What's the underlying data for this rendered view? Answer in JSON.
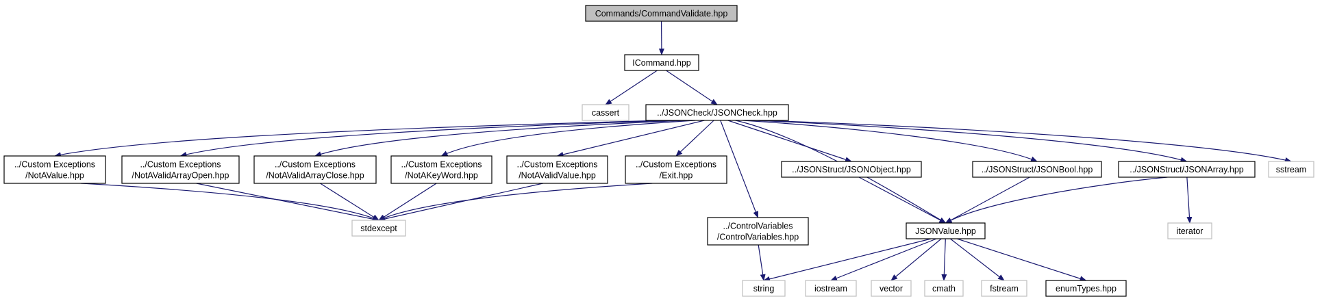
{
  "colors": {
    "edge": "#191970",
    "root_fill": "#bfbfbf",
    "border_documented": "#000000",
    "border_external": "#bfbfbf",
    "background": "#ffffff"
  },
  "nodes": [
    {
      "id": "root",
      "lines": [
        "Commands/CommandValidate.hpp"
      ],
      "style": "root"
    },
    {
      "id": "icommand",
      "lines": [
        "ICommand.hpp"
      ],
      "style": "documented"
    },
    {
      "id": "cassert",
      "lines": [
        "cassert"
      ],
      "style": "external"
    },
    {
      "id": "jsoncheck",
      "lines": [
        "../JSONCheck/JSONCheck.hpp"
      ],
      "style": "documented"
    },
    {
      "id": "notavalue",
      "lines": [
        "../Custom Exceptions",
        "/NotAValue.hpp"
      ],
      "style": "documented"
    },
    {
      "id": "notavalidarrayopen",
      "lines": [
        "../Custom Exceptions",
        "/NotAValidArrayOpen.hpp"
      ],
      "style": "documented"
    },
    {
      "id": "notavalidarrayclose",
      "lines": [
        "../Custom Exceptions",
        "/NotAValidArrayClose.hpp"
      ],
      "style": "documented"
    },
    {
      "id": "notakeyword",
      "lines": [
        "../Custom Exceptions",
        "/NotAKeyWord.hpp"
      ],
      "style": "documented"
    },
    {
      "id": "notavalidvalue",
      "lines": [
        "../Custom Exceptions",
        "/NotAValidValue.hpp"
      ],
      "style": "documented"
    },
    {
      "id": "exit",
      "lines": [
        "../Custom Exceptions",
        "/Exit.hpp"
      ],
      "style": "documented"
    },
    {
      "id": "jsonobject",
      "lines": [
        "../JSONStruct/JSONObject.hpp"
      ],
      "style": "documented"
    },
    {
      "id": "jsonbool",
      "lines": [
        "../JSONStruct/JSONBool.hpp"
      ],
      "style": "documented"
    },
    {
      "id": "jsonarray",
      "lines": [
        "../JSONStruct/JSONArray.hpp"
      ],
      "style": "documented"
    },
    {
      "id": "sstream",
      "lines": [
        "sstream"
      ],
      "style": "external"
    },
    {
      "id": "stdexcept",
      "lines": [
        "stdexcept"
      ],
      "style": "external"
    },
    {
      "id": "controlvariables",
      "lines": [
        "../ControlVariables",
        "/ControlVariables.hpp"
      ],
      "style": "documented"
    },
    {
      "id": "jsonvalue",
      "lines": [
        "JSONValue.hpp"
      ],
      "style": "documented"
    },
    {
      "id": "iterator",
      "lines": [
        "iterator"
      ],
      "style": "external"
    },
    {
      "id": "string",
      "lines": [
        "string"
      ],
      "style": "external"
    },
    {
      "id": "iostream",
      "lines": [
        "iostream"
      ],
      "style": "external"
    },
    {
      "id": "vector",
      "lines": [
        "vector"
      ],
      "style": "external"
    },
    {
      "id": "cmath",
      "lines": [
        "cmath"
      ],
      "style": "external"
    },
    {
      "id": "fstream",
      "lines": [
        "fstream"
      ],
      "style": "external"
    },
    {
      "id": "enumtypes",
      "lines": [
        "enumTypes.hpp"
      ],
      "style": "documented"
    }
  ],
  "edges": [
    [
      "root",
      "icommand"
    ],
    [
      "icommand",
      "cassert"
    ],
    [
      "icommand",
      "jsoncheck"
    ],
    [
      "jsoncheck",
      "notavalue"
    ],
    [
      "jsoncheck",
      "notavalidarrayopen"
    ],
    [
      "jsoncheck",
      "notavalidarrayclose"
    ],
    [
      "jsoncheck",
      "notakeyword"
    ],
    [
      "jsoncheck",
      "notavalidvalue"
    ],
    [
      "jsoncheck",
      "exit"
    ],
    [
      "jsoncheck",
      "controlvariables"
    ],
    [
      "jsoncheck",
      "jsonobject"
    ],
    [
      "jsoncheck",
      "jsonbool"
    ],
    [
      "jsoncheck",
      "jsonarray"
    ],
    [
      "jsoncheck",
      "jsonvalue"
    ],
    [
      "jsoncheck",
      "sstream"
    ],
    [
      "notavalue",
      "stdexcept"
    ],
    [
      "notavalidarrayopen",
      "stdexcept"
    ],
    [
      "notavalidarrayclose",
      "stdexcept"
    ],
    [
      "notakeyword",
      "stdexcept"
    ],
    [
      "notavalidvalue",
      "stdexcept"
    ],
    [
      "exit",
      "stdexcept"
    ],
    [
      "controlvariables",
      "string"
    ],
    [
      "jsonobject",
      "jsonvalue"
    ],
    [
      "jsonbool",
      "jsonvalue"
    ],
    [
      "jsonarray",
      "jsonvalue"
    ],
    [
      "jsonarray",
      "iterator"
    ],
    [
      "jsonvalue",
      "string"
    ],
    [
      "jsonvalue",
      "iostream"
    ],
    [
      "jsonvalue",
      "vector"
    ],
    [
      "jsonvalue",
      "cmath"
    ],
    [
      "jsonvalue",
      "fstream"
    ],
    [
      "jsonvalue",
      "enumtypes"
    ]
  ]
}
